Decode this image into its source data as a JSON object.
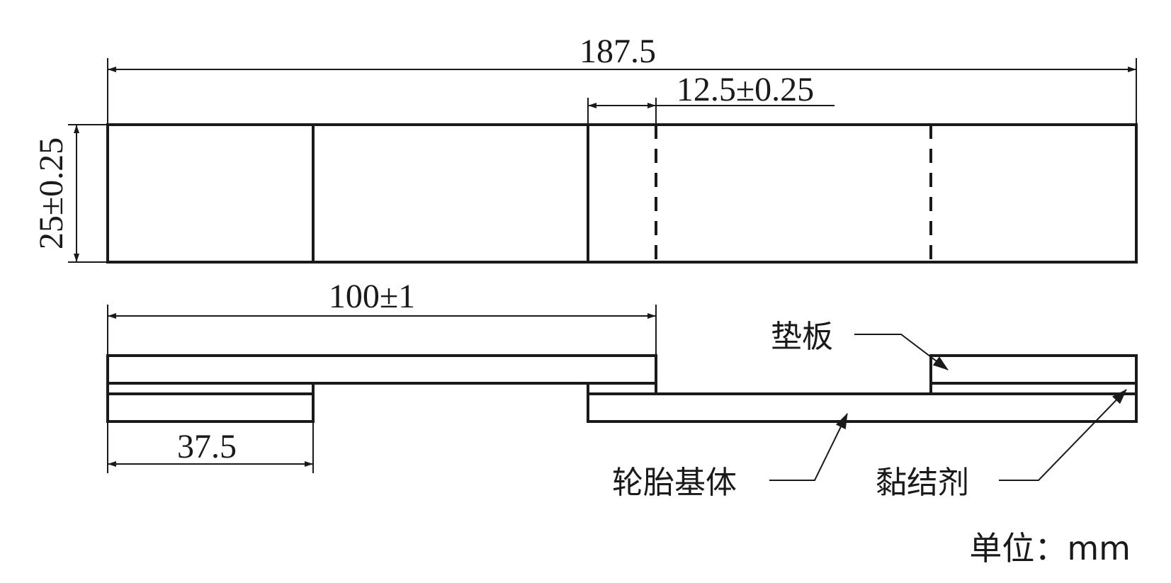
{
  "dimensions": {
    "overall_length": "187.5",
    "overlap_width": "12.5±0.25",
    "specimen_width": "25±0.25",
    "bonded_length": "100±1",
    "grip_length": "37.5"
  },
  "callouts": {
    "backing_plate": "垫板",
    "tire_substrate": "轮胎基体",
    "adhesive": "黏结剂"
  },
  "unit": "单位：mm"
}
